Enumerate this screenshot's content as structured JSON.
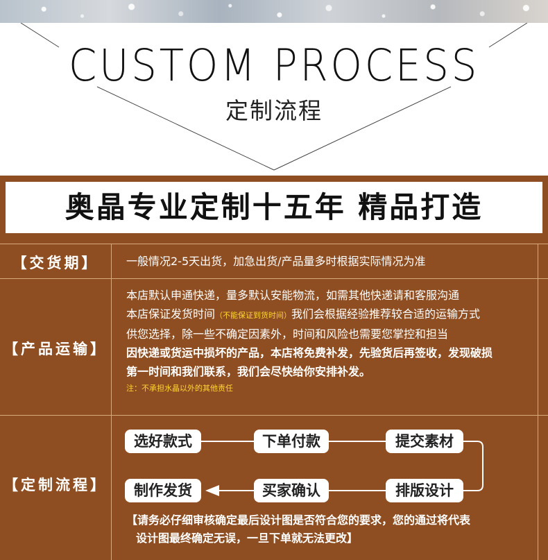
{
  "header": {
    "title": "CUSTOM PROCESS",
    "subtitle": "定制流程"
  },
  "banner": {
    "text": "奥晶专业定制十五年 精品打造"
  },
  "rows": {
    "delivery": {
      "label": "【交货期】",
      "text": "一般情况2-5天出货，加急出货/产品量多时根据实际情况为准"
    },
    "shipping": {
      "label": "【产品运输】",
      "line1": "本店默认申通快递，量多默认安能物流，如需其他快递请和客服沟通",
      "line2_before": "本店保证发货时间",
      "line2_note": "（不能保证到货时间）",
      "line2_after": "我们会根据经验推荐较合适的运输方式",
      "line3": "供您选择，除一些不确定因素外，时间和风险也需要您掌控和担当",
      "line4": "因快递或货运中损坏的产品，本店将免费补发，先验货后再签收，发现破损",
      "line5": "第一时间和我们联系，我们会尽快给你安排补发。",
      "note": "注：不承担水晶以外的其他责任"
    },
    "process": {
      "label": "【定制流程】",
      "steps": [
        "选好款式",
        "下单付款",
        "提交素材",
        "排版设计",
        "买家确认",
        "制作发货"
      ],
      "instruction_line1": "【请务必仔细审核确定最后设计图是否符合您的要求，您的通过将代表",
      "instruction_line2": "设计图最终确定无误，一旦下单就无法更改】"
    }
  },
  "colors": {
    "brown": "#8f4e21",
    "divider": "#d8a97a",
    "note_yellow": "#ffd633"
  }
}
